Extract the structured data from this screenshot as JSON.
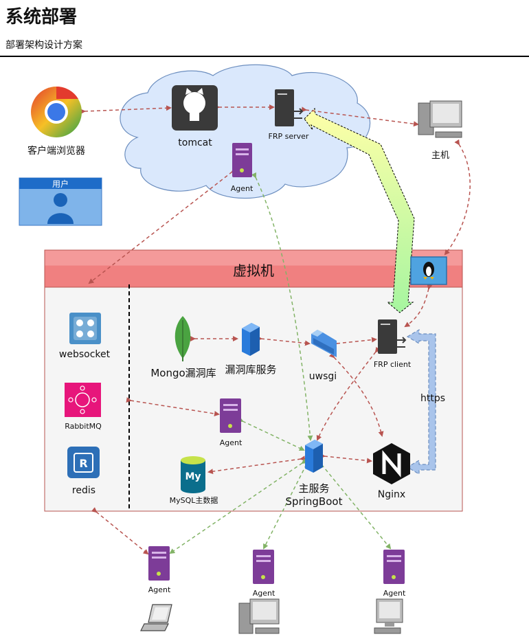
{
  "header": {
    "title": "系统部署",
    "subtitle": "部署架构设计方案"
  },
  "colors": {
    "red_link": "#b85450",
    "green_link": "#82b366",
    "cloud_fill": "#dae8fc",
    "vm_header": "#e87c7c",
    "vm_body": "#f5f5f5"
  },
  "nodes": {
    "browser": "客户端浏览器",
    "user": "用户",
    "tomcat": "tomcat",
    "frp_server": "FRP server",
    "cloud_agent": "Agent",
    "host": "主机",
    "vm_title": "虚拟机",
    "websocket": "websocket",
    "rabbitmq": "RabbitMQ",
    "redis": "redis",
    "mongo": "Mongo漏洞库",
    "vuln_service": "漏洞库服务",
    "uwsgi": "uwsgi",
    "frp_client": "FRP client",
    "https": "https",
    "vm_agent": "Agent",
    "mysql": "MySQL主数据",
    "main_service_line1": "主服务",
    "main_service_line2": "SpringBoot",
    "nginx": "Nginx",
    "agent_left": "Agent",
    "agent_mid": "Agent",
    "agent_right": "Agent"
  }
}
